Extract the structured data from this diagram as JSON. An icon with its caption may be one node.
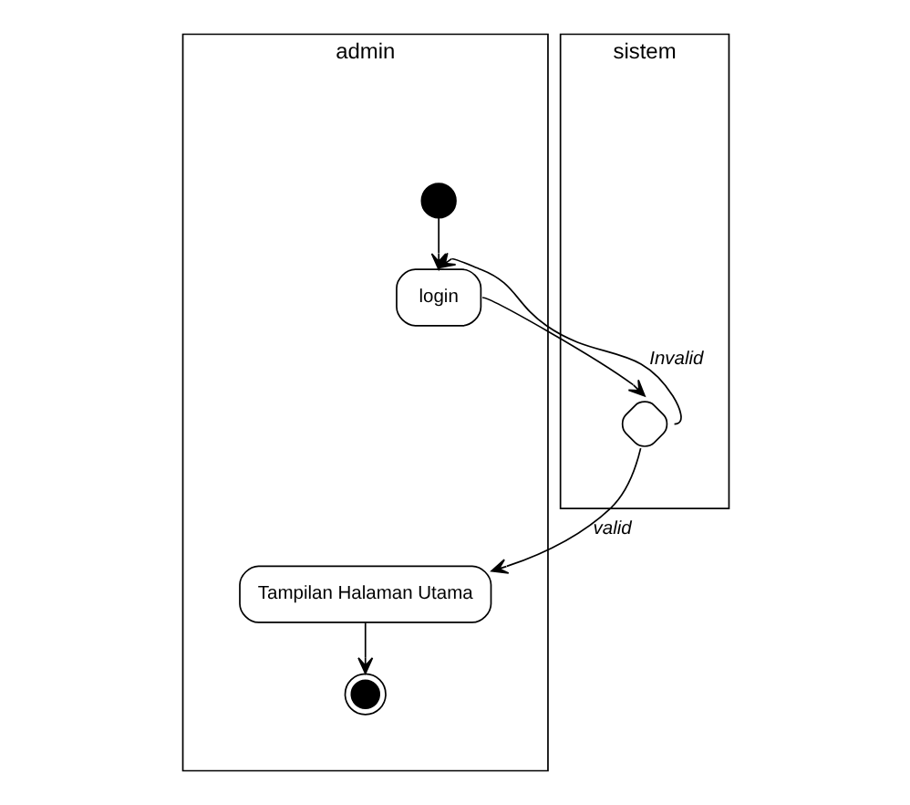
{
  "diagram": {
    "nodes": [
      {
        "text": [
          "admin"
        ]
      },
      {
        "text": [
          "sistem"
        ]
      },
      {
        "text": [],
        "shape": "circle",
        "in": 0
      },
      {
        "text": [
          "login"
        ],
        "in": 0
      },
      {
        "text": [],
        "shape": "diamond",
        "in": 1
      },
      {
        "text": [
          "Tampilan Halaman Utama"
        ],
        "in": 0
      },
      {
        "text": [],
        "shape": "circle",
        "in": 0
      }
    ],
    "edges": [
      {
        "from": 2,
        "to": 3,
        "arrow": "to"
      },
      {
        "from": 3,
        "to": 4,
        "arrow": "to"
      },
      {
        "from": 4,
        "to": 3,
        "arrow": "to",
        "label": "Invalid"
      },
      {
        "from": 4,
        "to": 5,
        "arrow": "to",
        "label": "valid"
      },
      {
        "from": 5,
        "to": 6,
        "arrow": "to"
      }
    ]
  }
}
